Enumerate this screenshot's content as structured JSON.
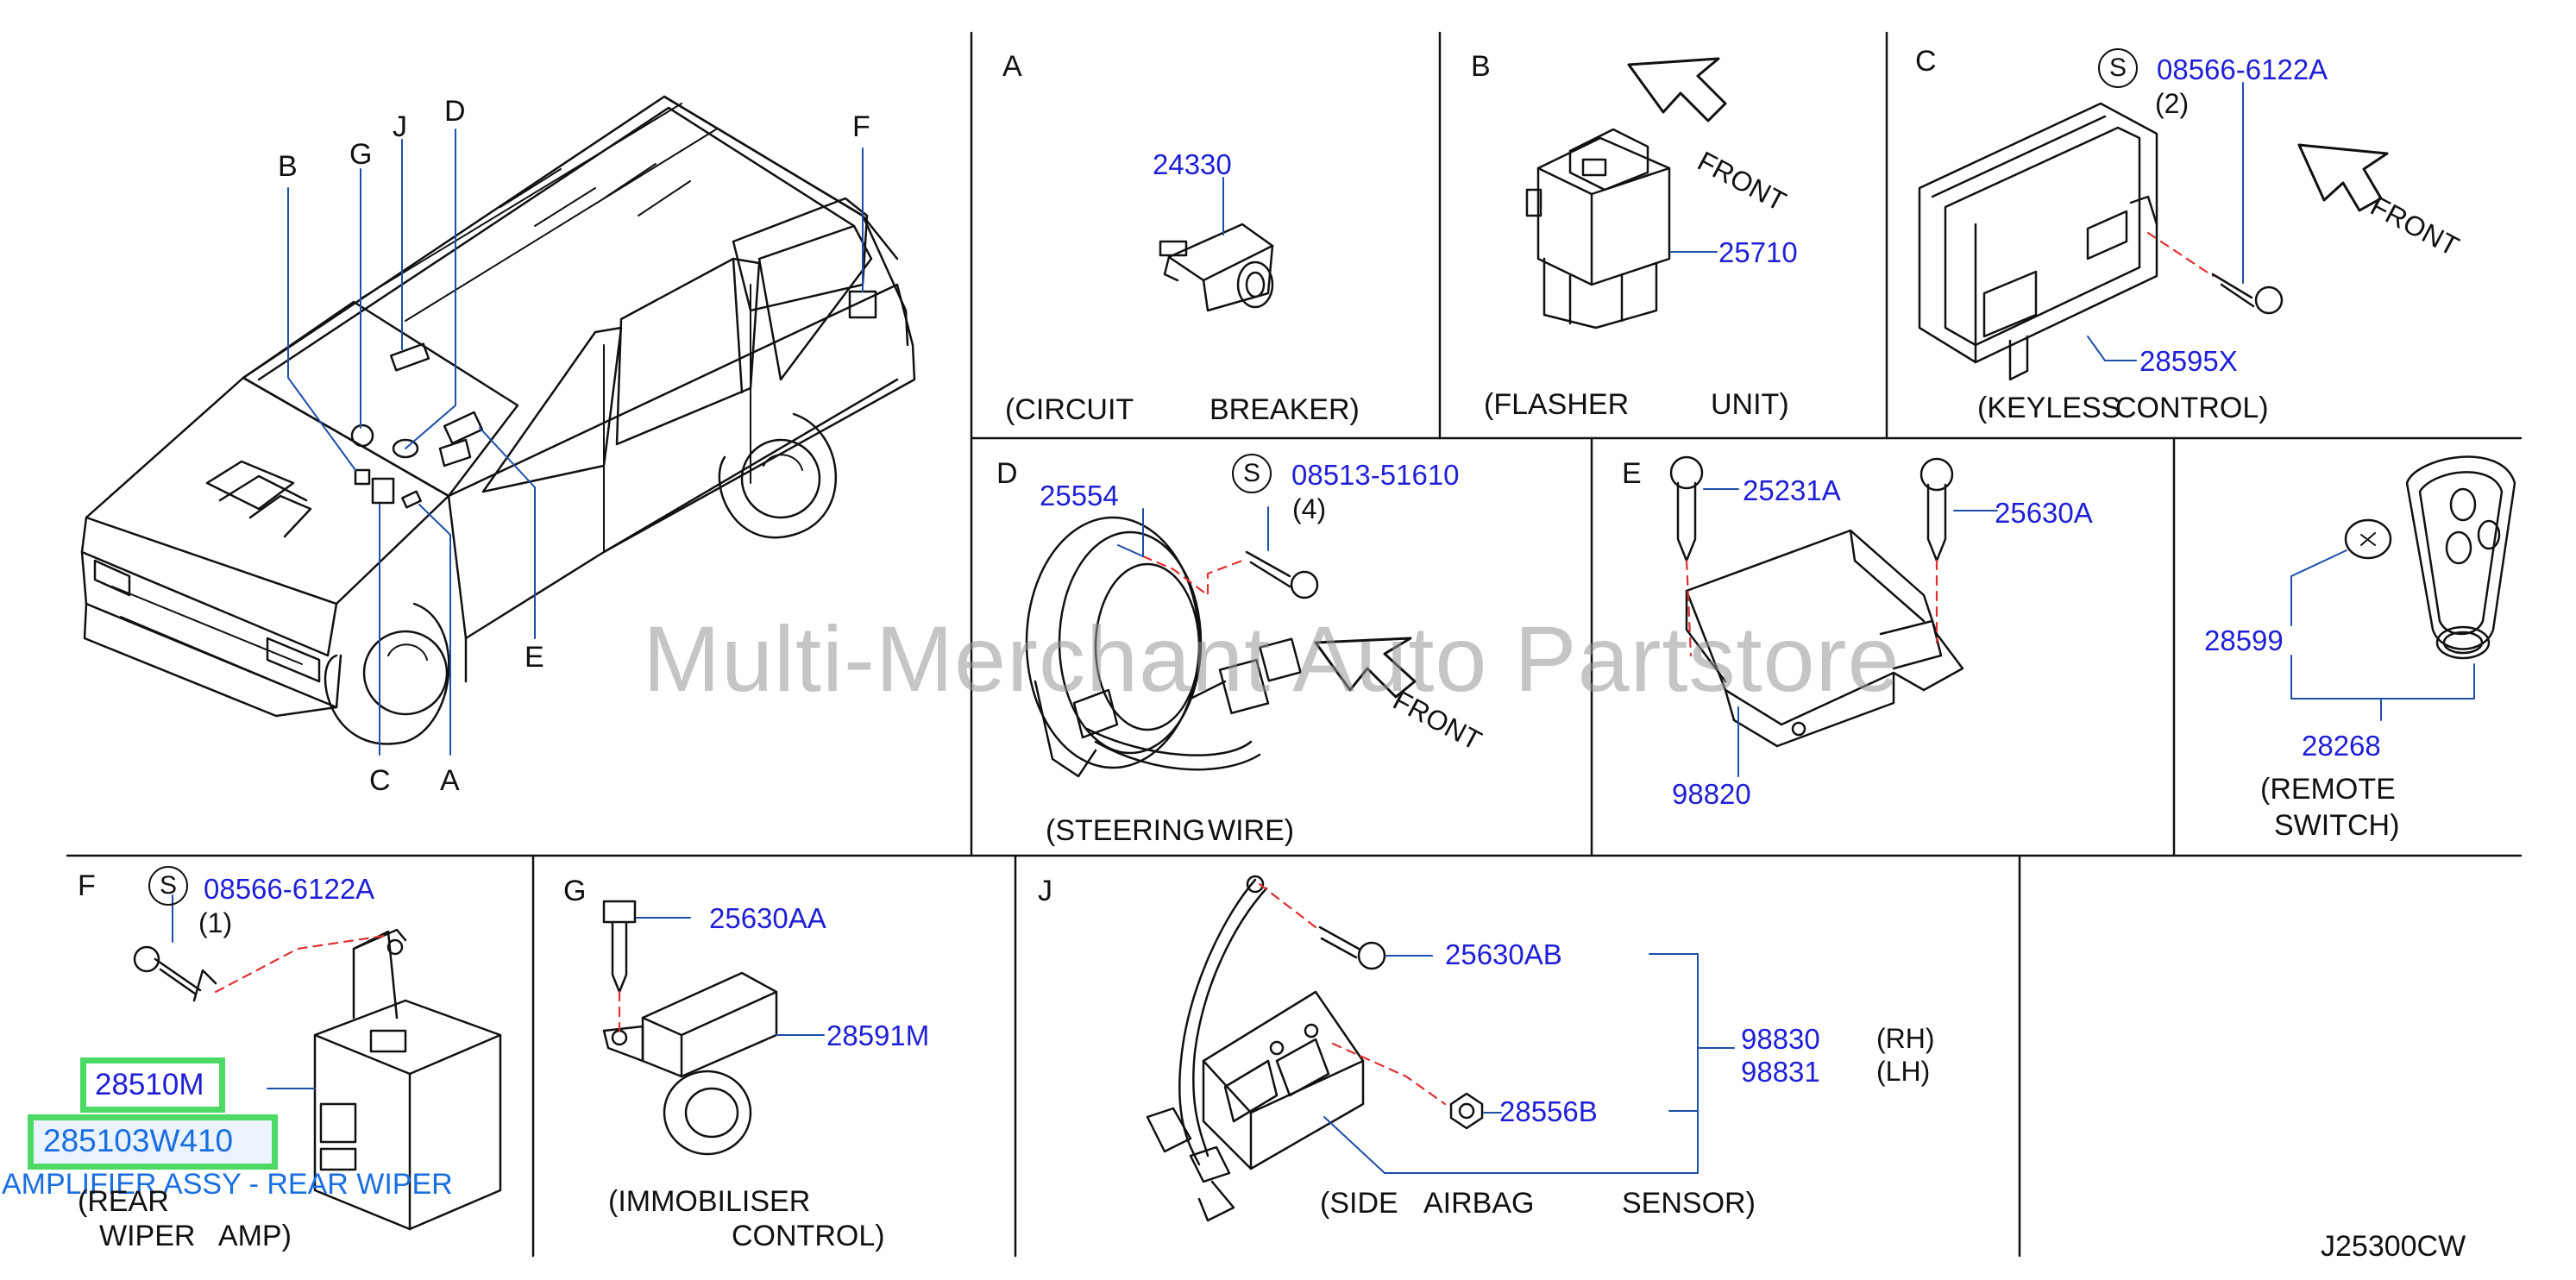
{
  "watermark": "Multi-Merchant Auto Partstore",
  "drawing_code": "J25300CW",
  "colors": {
    "part_number": "#1f1fd6",
    "highlight": "#4cd964",
    "description": "#1a6fe0",
    "leader_red": "#e03030"
  },
  "vehicle": {
    "callouts": {
      "b": "B",
      "g": "G",
      "j": "J",
      "d": "D",
      "f": "F",
      "e": "E",
      "c": "C",
      "a": "A"
    }
  },
  "panels": {
    "a": {
      "letter": "A",
      "part": "24330",
      "caption_1": "(CIRCUIT",
      "caption_2": "BREAKER)"
    },
    "b": {
      "letter": "B",
      "front": "FRONT",
      "part": "25710",
      "caption_1": "(FLASHER",
      "caption_2": "UNIT)"
    },
    "c": {
      "letter": "C",
      "s": "S",
      "screw": "08566-6122A",
      "qty": "(2)",
      "front": "FRONT",
      "part": "28595X",
      "caption_1": "(KEYLESS",
      "caption_2": "CONTROL)"
    },
    "d": {
      "letter": "D",
      "part": "25554",
      "s": "S",
      "screw": "08513-51610",
      "qty": "(4)",
      "front": "FRONT",
      "caption_1": "(STEERING",
      "caption_2": "WIRE)"
    },
    "e": {
      "letter": "E",
      "screw_1": "25231A",
      "screw_2": "25630A",
      "part": "98820"
    },
    "remote": {
      "part_battery": "28599",
      "part_switch": "28268",
      "caption_1": "(REMOTE",
      "caption_2": "SWITCH)"
    },
    "f": {
      "letter": "F",
      "s": "S",
      "screw": "08566-6122A",
      "qty": "(1)",
      "part_1": "28510M",
      "part_2": "285103W410",
      "description": "AMPLIFIER ASSY - REAR WIPER",
      "caption_1": "(REAR",
      "caption_2": "WIPER   AMP)"
    },
    "g": {
      "letter": "G",
      "screw": "25630AA",
      "part": "28591M",
      "caption_1": "(IMMOBILISER",
      "caption_2": "CONTROL)"
    },
    "j": {
      "letter": "J",
      "bolt": "25630AB",
      "nut": "28556B",
      "rh_part": "98830",
      "lh_part": "98831",
      "rh": "(RH)",
      "lh": "(LH)",
      "caption_1": "(SIDE",
      "caption_2": "AIRBAG",
      "caption_3": "SENSOR)"
    }
  }
}
